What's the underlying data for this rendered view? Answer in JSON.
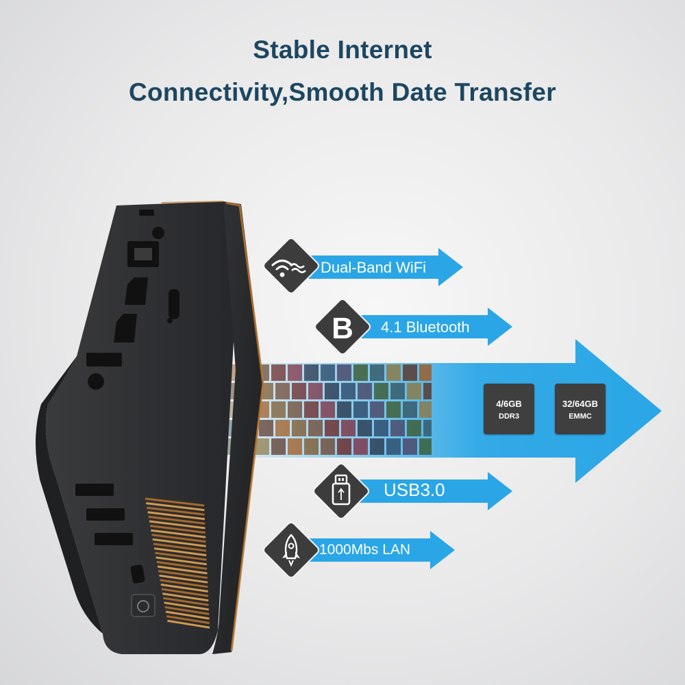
{
  "headline": {
    "line1": "Stable Internet",
    "line2": "Connectivity,Smooth Date Transfer"
  },
  "features": {
    "wifi": {
      "label": "Dual-Band WiFi",
      "icon": "wifi-icon"
    },
    "bluetooth": {
      "label": "4.1 Bluetooth",
      "icon": "bluetooth-b-icon",
      "icon_glyph": "B"
    },
    "usb": {
      "label": "USB3.0",
      "icon": "usb-drive-icon"
    },
    "lan": {
      "label": "1000Mbs LAN",
      "icon": "rocket-icon"
    }
  },
  "memory": {
    "ram": {
      "value": "4/6GB",
      "type": "DDR3"
    },
    "storage": {
      "value": "32/64GB",
      "type": "EMMC"
    }
  },
  "colors": {
    "arrow_blue": "#2aa6e6",
    "badge_dark": "#3c3c3c",
    "headline": "#1d4660",
    "device_body": "#2e2f31",
    "copper_fins": "#c98a3c"
  }
}
